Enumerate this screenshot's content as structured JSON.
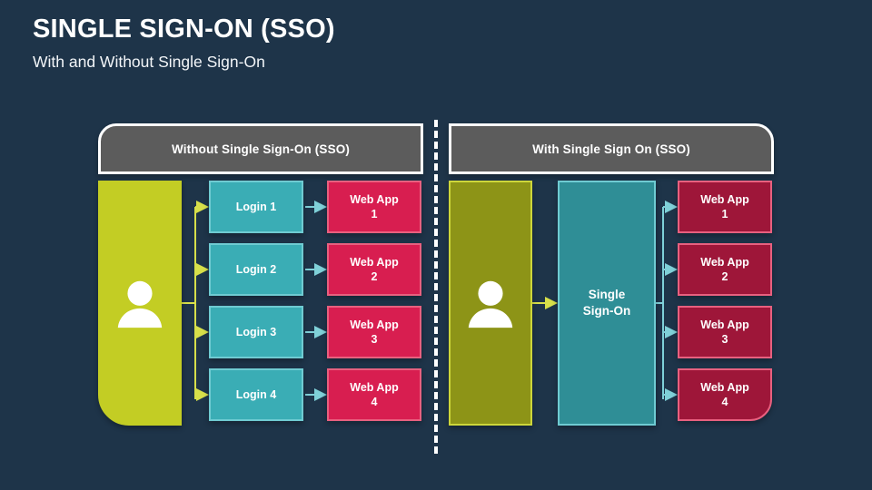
{
  "slide": {
    "title": "SINGLE SIGN-ON (SSO)",
    "subtitle": "With and Without Single Sign-On",
    "background_color": "#1e3449"
  },
  "colors": {
    "background": "#1e3449",
    "header_gray": "#5c5c5c",
    "user_yellow_left": "#c3cd24",
    "user_olive_right": "#8d9417",
    "login_teal": "#3aadb5",
    "login_teal_border": "#6fcbd2",
    "sso_teal": "#2f8e96",
    "webapp_crimson_left": "#d81e50",
    "webapp_crimson_right": "#9e1639",
    "webapp_border_pink": "#e8607f",
    "arrow_yellow": "#d7df4a",
    "arrow_teal": "#7fd0d8",
    "white": "#ffffff"
  },
  "left_panel": {
    "header": "Without Single Sign-On (SSO)",
    "user_icon": "person-icon",
    "logins": [
      {
        "label": "Login 1"
      },
      {
        "label": "Login 2"
      },
      {
        "label": "Login 3"
      },
      {
        "label": "Login 4"
      }
    ],
    "webapps": [
      {
        "line1": "Web App",
        "line2": "1"
      },
      {
        "line1": "Web App",
        "line2": "2"
      },
      {
        "line1": "Web App",
        "line2": "3"
      },
      {
        "line1": "Web App",
        "line2": "4"
      }
    ]
  },
  "right_panel": {
    "header": "With Single Sign On (SSO)",
    "user_icon": "person-icon",
    "sso": {
      "line1": "Single",
      "line2": "Sign-On"
    },
    "webapps": [
      {
        "line1": "Web App",
        "line2": "1"
      },
      {
        "line1": "Web App",
        "line2": "2"
      },
      {
        "line1": "Web App",
        "line2": "3"
      },
      {
        "line1": "Web App",
        "line2": "4"
      }
    ]
  },
  "divider": {
    "style": "dashed-vertical",
    "color": "#ffffff"
  }
}
